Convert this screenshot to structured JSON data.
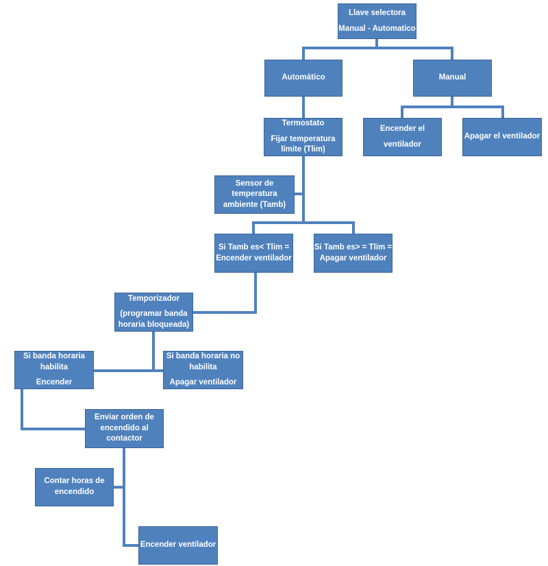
{
  "colors": {
    "box_fill": "#4f81bd",
    "box_text": "#ffffff",
    "connector": "#4f81bd"
  },
  "nodes": {
    "selector": {
      "lines": [
        "Llave selectora",
        "Manual - Automatico"
      ]
    },
    "automatico": {
      "lines": [
        "Automático"
      ]
    },
    "manual": {
      "lines": [
        "Manual"
      ]
    },
    "termostato": {
      "lines": [
        "Termostato",
        "Fijar temperatura",
        "límite (Tlim)"
      ]
    },
    "encender_manual": {
      "lines": [
        "Encender el",
        "ventilador"
      ]
    },
    "apagar_manual": {
      "lines": [
        "Apagar el ventilador"
      ]
    },
    "sensor": {
      "lines": [
        "Sensor de",
        "temperatura",
        "ambiente (Tamb)"
      ]
    },
    "cond_lt": {
      "lines": [
        "Si Tamb es< Tlim =",
        "Encender ventilador"
      ]
    },
    "cond_ge": {
      "lines": [
        "Si Tamb es> = Tlim =",
        "Apagar ventilador"
      ]
    },
    "temporizador": {
      "lines": [
        "Temporizador",
        "(programar banda",
        "horaria bloqueada)"
      ]
    },
    "habilita": {
      "lines": [
        "Si banda horaria",
        "habilita",
        "Encender"
      ]
    },
    "no_habilita": {
      "lines": [
        "Si banda horaria no",
        "habilita",
        "Apagar ventilador"
      ]
    },
    "enviar": {
      "lines": [
        "Enviar orden de",
        "encendido al",
        "contactor"
      ]
    },
    "contar": {
      "lines": [
        "Contar horas de",
        "encendido"
      ]
    },
    "encender_final": {
      "lines": [
        "Encender ventilador"
      ]
    }
  }
}
